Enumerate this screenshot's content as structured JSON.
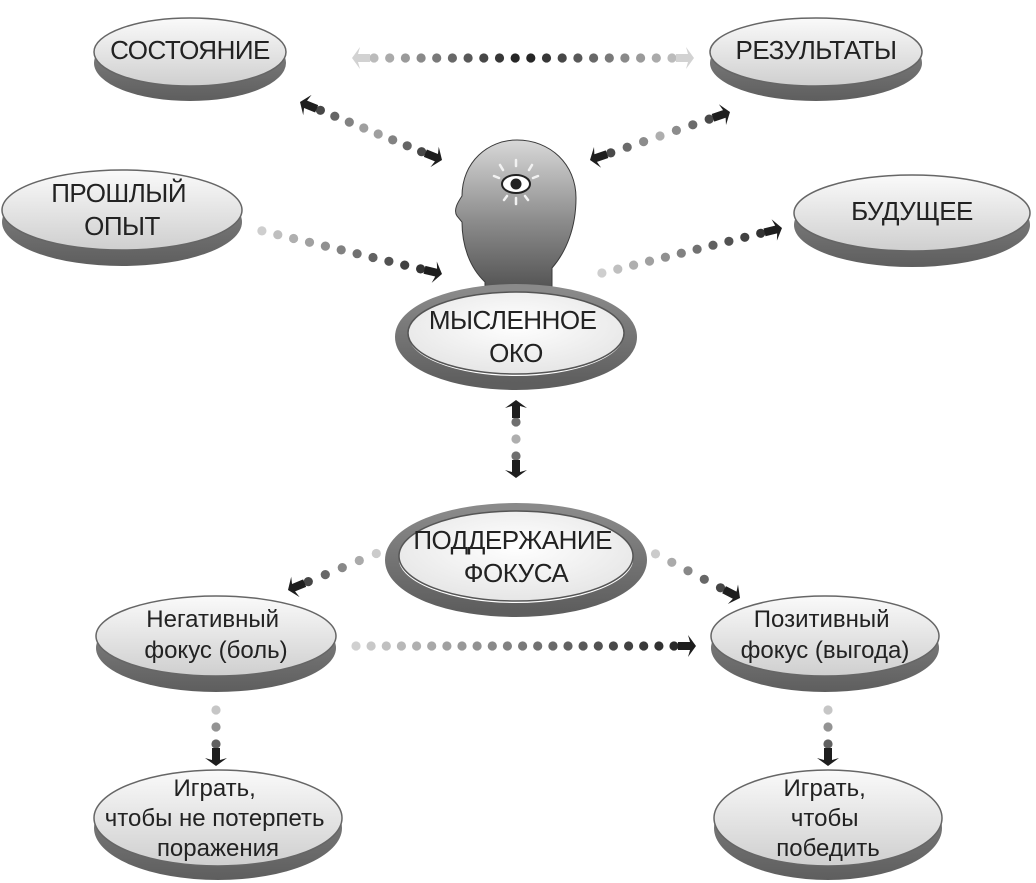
{
  "nodes": {
    "state": {
      "lines": [
        "СОСТОЯНИЕ"
      ]
    },
    "results": {
      "lines": [
        "РЕЗУЛЬТАТЫ"
      ]
    },
    "past": {
      "lines": [
        "ПРОШЛЫЙ",
        "ОПЫТ"
      ]
    },
    "future": {
      "lines": [
        "БУДУЩЕЕ"
      ]
    },
    "mind_eye": {
      "lines": [
        "МЫСЛЕННОЕ",
        "ОКО"
      ]
    },
    "focus": {
      "lines": [
        "ПОДДЕРЖАНИЕ",
        "ФОКУСА"
      ]
    },
    "negative": {
      "lines": [
        "Негативный",
        "фокус (боль)"
      ]
    },
    "positive": {
      "lines": [
        "Позитивный",
        "фокус (выгода)"
      ]
    },
    "play_not_lose": {
      "lines": [
        "Играть,",
        "чтобы не потерпеть",
        "поражения"
      ]
    },
    "play_win": {
      "lines": [
        "Играть,",
        "чтобы",
        "победить"
      ]
    }
  },
  "icons": {
    "head": "head-with-eye-icon"
  },
  "colors": {
    "ellipse_fill_top": "#f7f7f7",
    "ellipse_fill_bottom": "#9a9a9a",
    "ellipse_stroke": "#555555",
    "arrow_dark": "#1e1e1e",
    "arrow_light": "#d2d2d2",
    "text": "#222222"
  }
}
